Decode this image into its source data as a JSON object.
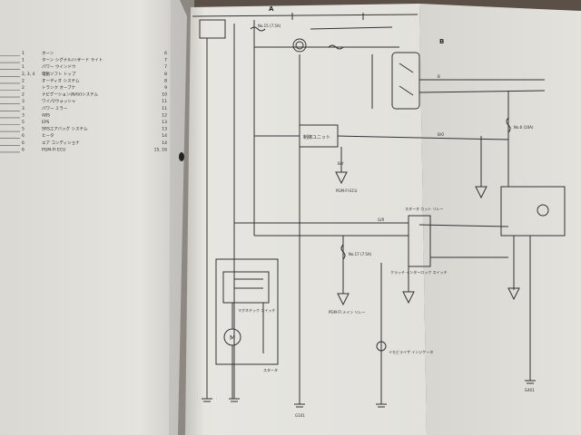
{
  "left_page": {
    "toc": [
      {
        "num": "1",
        "title": "ホーン",
        "page": "6"
      },
      {
        "num": "1",
        "title": "ターン シグナル/ハザード ライト",
        "page": "7"
      },
      {
        "num": "1",
        "title": "パワー ウインドウ",
        "page": "7"
      },
      {
        "num": "2, 3, 4",
        "title": "電動ソフト トップ",
        "page": "8"
      },
      {
        "num": "2",
        "title": "オーディオ システム",
        "page": "8"
      },
      {
        "num": "2",
        "title": "トランク オープナ",
        "page": "9"
      },
      {
        "num": "2",
        "title": "ナビゲーション(NAV)システム",
        "page": "10"
      },
      {
        "num": "3",
        "title": "ワイパ/ウォッシャ",
        "page": "11"
      },
      {
        "num": "3",
        "title": "パワー ミラー",
        "page": "11"
      },
      {
        "num": "3",
        "title": "ABS",
        "page": "12"
      },
      {
        "num": "5",
        "title": "EPS",
        "page": "13"
      },
      {
        "num": "5",
        "title": "SRSエアバッグ システム",
        "page": "13"
      },
      {
        "num": "6",
        "title": "ヒータ",
        "page": "14"
      },
      {
        "num": "6",
        "title": "エア コンディショナ",
        "page": "14"
      },
      {
        "num": "6",
        "title": "PGM-FI ECU",
        "page": "15, 16"
      }
    ]
  },
  "right_page": {
    "section_a": "A",
    "section_b": "B",
    "labels": {
      "control_unit": "制御ユニット",
      "starter": "スタータ",
      "magnetic_switch": "マグネチック スイッチ",
      "motor": "M",
      "clutch_interlock_switch": "クラッチ インターロック スイッチ",
      "pgm_fi_ecu": "PGM-FI ECU",
      "pgm_fi_main_relay": "PGM-FI メイン リレー",
      "starter_cut_relay": "スタータ カット リレー",
      "immobilizer_indicator": "イモビライザ インジケータ",
      "fuse_no15": "No.15 (7.5A)",
      "fuse_no17": "No.17 (7.5A)",
      "fuse_no6": "No.6 (10A)",
      "ground_g101": "G101",
      "ground_g401": "G401",
      "wire_by": "B/Y",
      "wire_bo": "B/O",
      "wire_b": "B",
      "wire_gr": "G/R"
    }
  },
  "colors": {
    "background": "#5a5048",
    "paper": "#e9e8e3",
    "ink": "#2a2a2a"
  }
}
